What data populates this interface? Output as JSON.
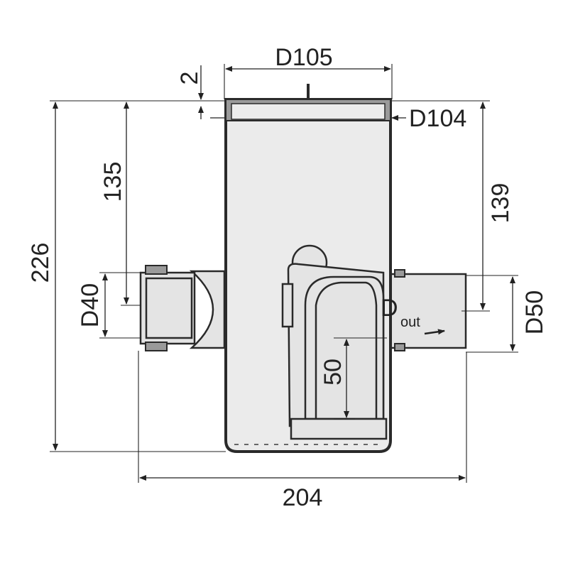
{
  "title": "Technical drawing of a drainage trap body with dimensions",
  "dimensions": {
    "top_outer_diameter": "D105",
    "top_gap": "2",
    "top_inner_diameter": "D104",
    "inlet_height": "135",
    "outlet_height": "139",
    "total_height": "226",
    "inlet_diameter": "D40",
    "outlet_diameter": "D50",
    "riser_height": "50",
    "total_width": "204"
  },
  "outlet_label": {
    "main": "D",
    "subscript": "out"
  }
}
